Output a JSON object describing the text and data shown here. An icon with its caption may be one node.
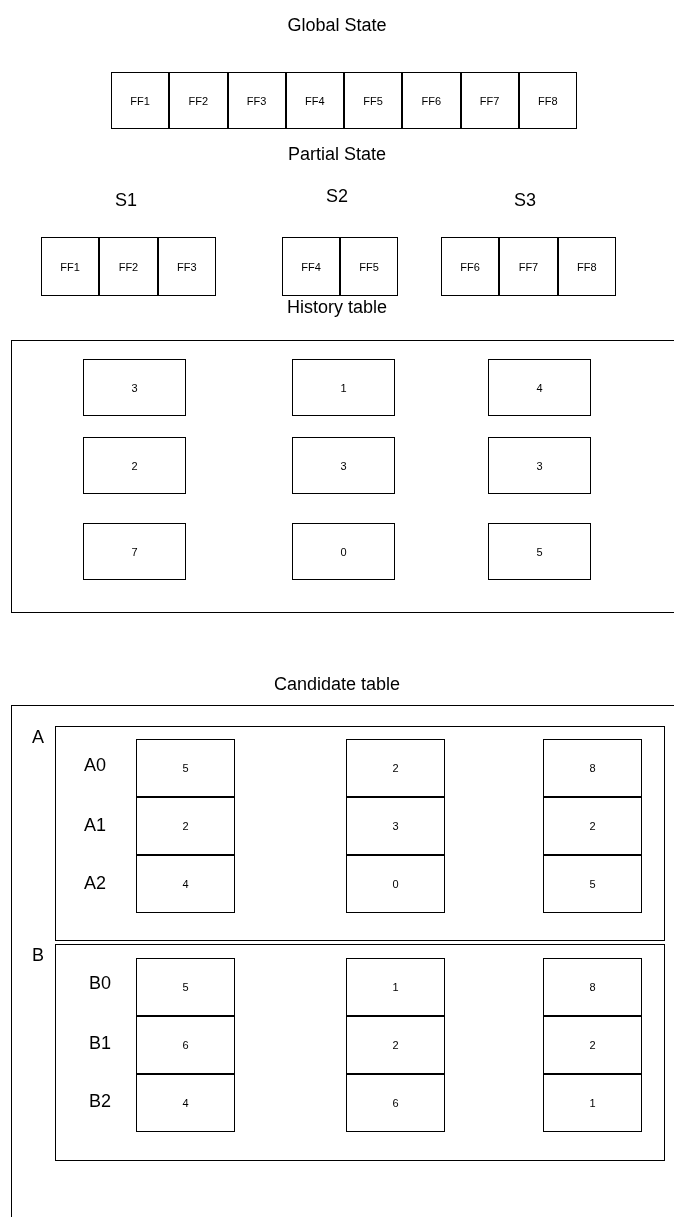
{
  "diagram": {
    "nodes": [
      {
        "text": [
          "FF1"
        ]
      },
      {
        "text": [
          "FF2"
        ]
      },
      {
        "text": [
          "FF3"
        ]
      },
      {
        "text": [
          "FF4"
        ]
      },
      {
        "text": [
          "FF5"
        ]
      },
      {
        "text": [
          "FF6"
        ]
      },
      {
        "text": [
          "FF7"
        ]
      },
      {
        "text": [
          "FF8"
        ]
      },
      {
        "text": [
          "FF1"
        ]
      },
      {
        "text": [
          "FF2"
        ]
      },
      {
        "text": [
          "FF3"
        ]
      },
      {
        "text": [
          "FF4"
        ]
      },
      {
        "text": [
          "FF5"
        ]
      },
      {
        "text": [
          "FF6"
        ]
      },
      {
        "text": [
          "FF7"
        ]
      },
      {
        "text": [
          "FF8"
        ]
      },
      {
        "text": [],
        "shape": "box"
      },
      {
        "text": [
          "3"
        ],
        "in": 16
      },
      {
        "text": [
          "1"
        ],
        "in": 16
      },
      {
        "text": [
          "4"
        ],
        "in": 16
      },
      {
        "text": [
          "2"
        ],
        "in": 16
      },
      {
        "text": [
          "3"
        ],
        "in": 16
      },
      {
        "text": [
          "3"
        ],
        "in": 16
      },
      {
        "text": [
          "7"
        ],
        "in": 16
      },
      {
        "text": [
          "0"
        ],
        "in": 16
      },
      {
        "text": [
          "5"
        ],
        "in": 16
      },
      {
        "text": [],
        "shape": "box"
      },
      {
        "text": [
          "A"
        ],
        "in": 26
      },
      {
        "text": [
          "5"
        ],
        "in": 27
      },
      {
        "text": [
          "2"
        ],
        "in": 27
      },
      {
        "text": [
          "8"
        ],
        "in": 27
      },
      {
        "text": [
          "2"
        ],
        "in": 27
      },
      {
        "text": [
          "3"
        ],
        "in": 27
      },
      {
        "text": [
          "2"
        ],
        "in": 27
      },
      {
        "text": [
          "4"
        ],
        "in": 27
      },
      {
        "text": [
          "0"
        ],
        "in": 27
      },
      {
        "text": [
          "5"
        ],
        "in": 27
      },
      {
        "text": [
          "B"
        ],
        "in": 26
      },
      {
        "text": [
          "5"
        ],
        "in": 37
      },
      {
        "text": [
          "1"
        ],
        "in": 37
      },
      {
        "text": [
          "8"
        ],
        "in": 37
      },
      {
        "text": [
          "6"
        ],
        "in": 37
      },
      {
        "text": [
          "2"
        ],
        "in": 37
      },
      {
        "text": [
          "2"
        ],
        "in": 37
      },
      {
        "text": [
          "4"
        ],
        "in": 37
      },
      {
        "text": [
          "6"
        ],
        "in": 37
      },
      {
        "text": [
          "1"
        ],
        "in": 37
      }
    ],
    "labels": [
      "Global State",
      "Partial State",
      "S1",
      "S2",
      "S3",
      "History table",
      "Candidate table",
      "A0",
      "A1",
      "A2",
      "B0",
      "B1",
      "B2"
    ]
  }
}
